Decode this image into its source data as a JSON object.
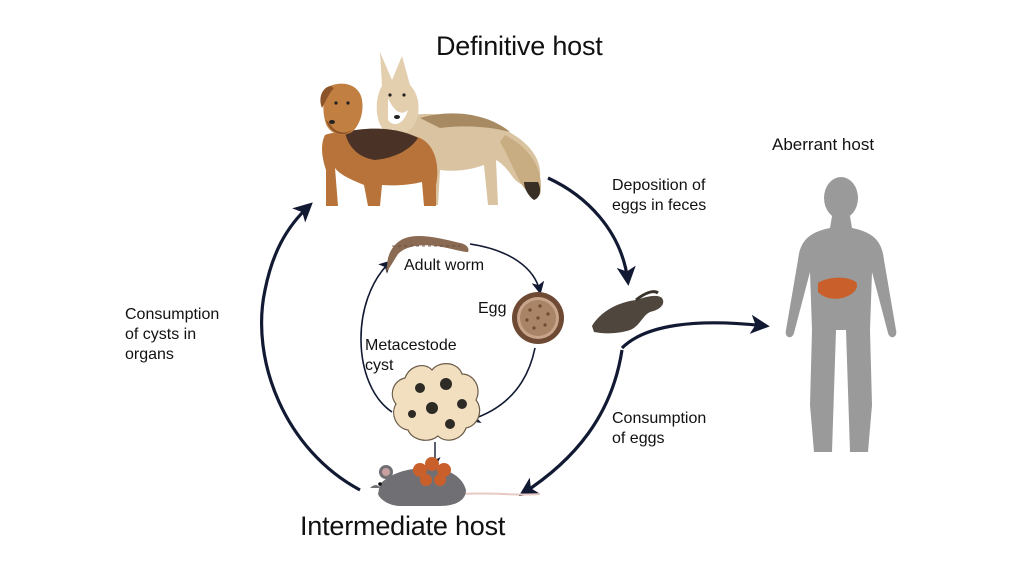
{
  "labels": {
    "definitive_host": "Definitive host",
    "intermediate_host": "Intermediate host",
    "aberrant_host": "Aberrant host",
    "deposition": "Deposition of\neggs in feces",
    "consumption_eggs": "Consumption\nof eggs",
    "consumption_cysts": "Consumption\nof cysts in\norgans",
    "adult_worm": "Adult worm",
    "egg": "Egg",
    "metacestode": "Metacestode\ncyst"
  },
  "colors": {
    "arrow": "#121a33",
    "human": "#9a9a9a",
    "liver": "#c9602c",
    "dog": "#b8733a",
    "coyote": "#d9c3a0",
    "worm": "#8a6a52",
    "mouse": "#6f6f74",
    "cyst_fill": "#f1dfc0",
    "egg_shell": "#6e4a35"
  }
}
